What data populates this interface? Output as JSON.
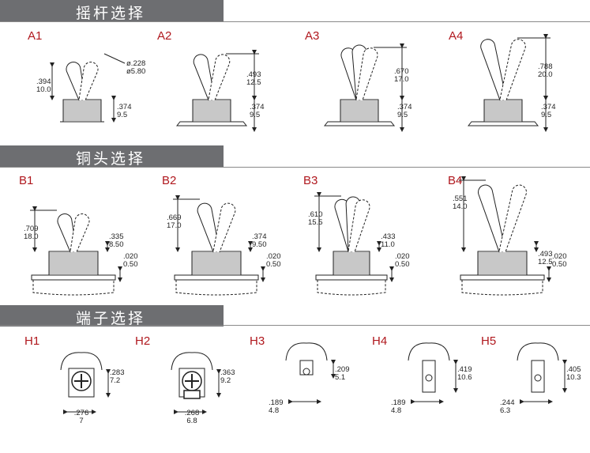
{
  "sections": [
    {
      "title": "摇杆选择"
    },
    {
      "title": "铜头选择"
    },
    {
      "title": "端子选择"
    }
  ],
  "lever": [
    {
      "id": "A1",
      "d1": ".394",
      "d1mm": "10.0",
      "d2": ".374",
      "d2mm": "9.5",
      "tip": "ø.228",
      "tipmm": "ø5.80"
    },
    {
      "id": "A2",
      "d1": ".493",
      "d1mm": "12.5",
      "d2": ".374",
      "d2mm": "9.5"
    },
    {
      "id": "A3",
      "d1": ".670",
      "d1mm": "17.0",
      "d2": ".374",
      "d2mm": "9.5"
    },
    {
      "id": "A4",
      "d1": ".788",
      "d1mm": "20.0",
      "d2": ".374",
      "d2mm": "9.5"
    }
  ],
  "cap": [
    {
      "id": "B1",
      "d1": ".709",
      "d1mm": "18.0",
      "d2": ".335",
      "d2mm": "8.50",
      "d3": ".020",
      "d3mm": "0.50"
    },
    {
      "id": "B2",
      "d1": ".669",
      "d1mm": "17.0",
      "d2": ".374",
      "d2mm": "9.50",
      "d3": ".020",
      "d3mm": "0.50"
    },
    {
      "id": "B3",
      "d1": ".610",
      "d1mm": "15.5",
      "d2": ".433",
      "d2mm": "11.0",
      "d3": ".020",
      "d3mm": "0.50"
    },
    {
      "id": "B4",
      "d1": ".551",
      "d1mm": "14.0",
      "d2": ".493",
      "d2mm": "12.5",
      "d3": ".020",
      "d3mm": "0.50"
    }
  ],
  "term": [
    {
      "id": "H1",
      "h": ".283",
      "hmm": "7.2",
      "w": ".276",
      "wmm": "7"
    },
    {
      "id": "H2",
      "h": ".363",
      "hmm": "9.2",
      "w": ".268",
      "wmm": "6.8"
    },
    {
      "id": "H3",
      "h": ".209",
      "hmm": "5.1",
      "w": ".189",
      "wmm": "4.8"
    },
    {
      "id": "H4",
      "h": ".419",
      "hmm": "10.6",
      "w": ".189",
      "wmm": "4.8"
    },
    {
      "id": "H5",
      "h": ".405",
      "hmm": "10.3",
      "w": ".244",
      "wmm": "6.3"
    }
  ],
  "colors": {
    "band": "#6d6e71",
    "label": "#b0181e",
    "line": "#222222"
  }
}
